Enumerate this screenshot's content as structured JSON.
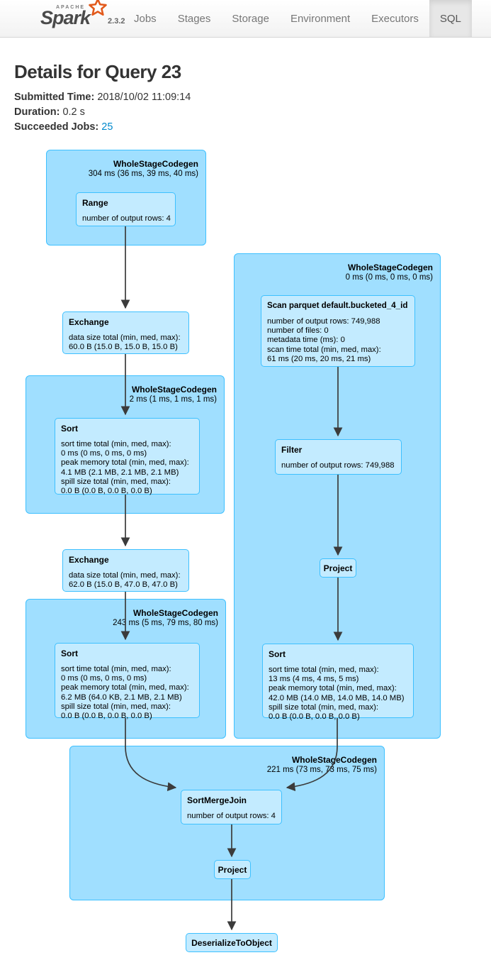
{
  "header": {
    "brand": {
      "apache": "APACHE",
      "name": "Spark",
      "version": "2.3.2"
    },
    "nav": [
      "Jobs",
      "Stages",
      "Storage",
      "Environment",
      "Executors",
      "SQL"
    ],
    "active_tab": "SQL"
  },
  "page": {
    "title": "Details for Query 23",
    "meta": [
      {
        "label": "Submitted Time:",
        "value": "2018/10/02 11:09:14"
      },
      {
        "label": "Duration:",
        "value": "0.2 s"
      },
      {
        "label": "Succeeded Jobs:",
        "value": "25"
      }
    ]
  },
  "plan": {
    "colors": {
      "cluster_fill": "#A0DFFF",
      "cluster_stroke": "#3EC0FF",
      "node_fill": "#C3EBFF",
      "node_stroke": "#3EC0FF",
      "edge": "#3b3b3b",
      "link": "#0088cc",
      "spark_orange": "#e25a1c"
    },
    "clusters": {
      "wsc_range": {
        "name": "WholeStageCodegen",
        "duration": "304 ms (36 ms, 39 ms, 40 ms)"
      },
      "wsc_sort1": {
        "name": "WholeStageCodegen",
        "duration": "2 ms (1 ms, 1 ms, 1 ms)"
      },
      "wsc_sort2": {
        "name": "WholeStageCodegen",
        "duration": "243 ms (5 ms, 79 ms, 80 ms)"
      },
      "wsc_scan": {
        "name": "WholeStageCodegen",
        "duration": "0 ms (0 ms, 0 ms, 0 ms)"
      },
      "wsc_join": {
        "name": "WholeStageCodegen",
        "duration": "221 ms (73 ms, 73 ms, 75 ms)"
      }
    },
    "nodes": {
      "range": {
        "title": "Range",
        "metrics": [
          "number of output rows: 4"
        ]
      },
      "exchange1": {
        "title": "Exchange",
        "metrics": [
          "data size total (min, med, max):",
          "60.0 B (15.0 B, 15.0 B, 15.0 B)"
        ]
      },
      "sort1": {
        "title": "Sort",
        "metrics": [
          "sort time total (min, med, max):",
          "0 ms (0 ms, 0 ms, 0 ms)",
          "peak memory total (min, med, max):",
          "4.1 MB (2.1 MB, 2.1 MB, 2.1 MB)",
          "spill size total (min, med, max):",
          "0.0 B (0.0 B, 0.0 B, 0.0 B)"
        ]
      },
      "exchange2": {
        "title": "Exchange",
        "metrics": [
          "data size total (min, med, max):",
          "62.0 B (15.0 B, 47.0 B, 47.0 B)"
        ]
      },
      "sort2": {
        "title": "Sort",
        "metrics": [
          "sort time total (min, med, max):",
          "0 ms (0 ms, 0 ms, 0 ms)",
          "peak memory total (min, med, max):",
          "6.2 MB (64.0 KB, 2.1 MB, 2.1 MB)",
          "spill size total (min, med, max):",
          "0.0 B (0.0 B, 0.0 B, 0.0 B)"
        ]
      },
      "scan": {
        "title": "Scan parquet default.bucketed_4_id",
        "metrics": [
          "number of output rows: 749,988",
          "number of files: 0",
          "metadata time (ms): 0",
          "scan time total (min, med, max):",
          "61 ms (20 ms, 20 ms, 21 ms)"
        ]
      },
      "filter": {
        "title": "Filter",
        "metrics": [
          "number of output rows: 749,988"
        ]
      },
      "project1": {
        "title": "Project"
      },
      "sort3": {
        "title": "Sort",
        "metrics": [
          "sort time total (min, med, max):",
          "13 ms (4 ms, 4 ms, 5 ms)",
          "peak memory total (min, med, max):",
          "42.0 MB (14.0 MB, 14.0 MB, 14.0 MB)",
          "spill size total (min, med, max):",
          "0.0 B (0.0 B, 0.0 B, 0.0 B)"
        ]
      },
      "smj": {
        "title": "SortMergeJoin",
        "metrics": [
          "number of output rows: 4"
        ]
      },
      "project2": {
        "title": "Project"
      },
      "deserialize": {
        "title": "DeserializeToObject"
      }
    }
  }
}
